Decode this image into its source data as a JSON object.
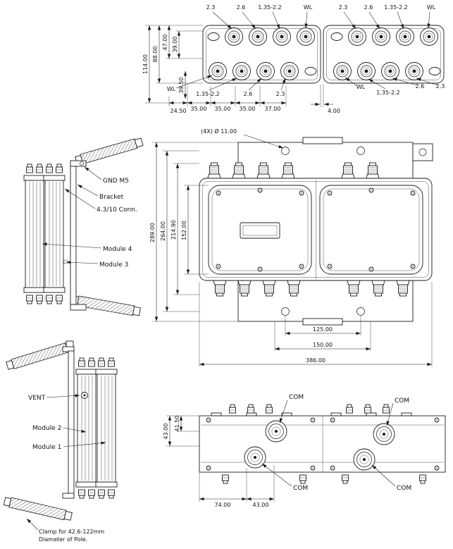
{
  "top_view": {
    "labels_top_left": [
      "2.3",
      "2.6",
      "1.35-2.2",
      "WL"
    ],
    "labels_top_right": [
      "2.3",
      "2.6",
      "1.35-2.2",
      "WL"
    ],
    "labels_bottom_left": [
      "WL",
      "1.35-2.2",
      "2.6",
      "2.3"
    ],
    "labels_bottom_right": [
      "WL",
      "1.35-2.2",
      "2.6",
      "2.3"
    ],
    "dim_height_total": "114.00",
    "dim_height_2": "88.00",
    "dim_height_3": "47.00",
    "dim_height_4": "39.00",
    "dim_height_5": "39.50",
    "dim_pitch_1": "24.50",
    "dim_pitch_2": "35.00",
    "dim_pitch_3": "35.00",
    "dim_pitch_4": "35.00",
    "dim_pitch_5": "37.00",
    "dim_gap": "4.00"
  },
  "front_view": {
    "hole_note": "(4X) Ø 11.00",
    "dim_v_1": "289.00",
    "dim_v_2": "264.00",
    "dim_v_3": "214.90",
    "dim_v_4": "152.00",
    "dim_h_1": "125.00",
    "dim_h_2": "150.00",
    "dim_h_3": "386.00"
  },
  "side_view_upper": {
    "gnd_label": "GND M5",
    "bracket_label": "Bracket",
    "connector_label": "4.3/10 Conn.",
    "module4_label": "Module 4",
    "module3_label": "Module 3"
  },
  "side_view_lower": {
    "vent_label": "VENT",
    "module2_label": "Module 2",
    "module1_label": "Module 1",
    "clamp_note_line1": "Clamp for 42.6-122mm",
    "clamp_note_line2": "Diameter of Pole."
  },
  "bottom_view": {
    "com_labels": [
      "COM",
      "COM",
      "COM",
      "COM"
    ],
    "dim_v_1": "41.50",
    "dim_v_2": "43.00",
    "dim_h_1": "74.00",
    "dim_h_2": "43.00"
  }
}
